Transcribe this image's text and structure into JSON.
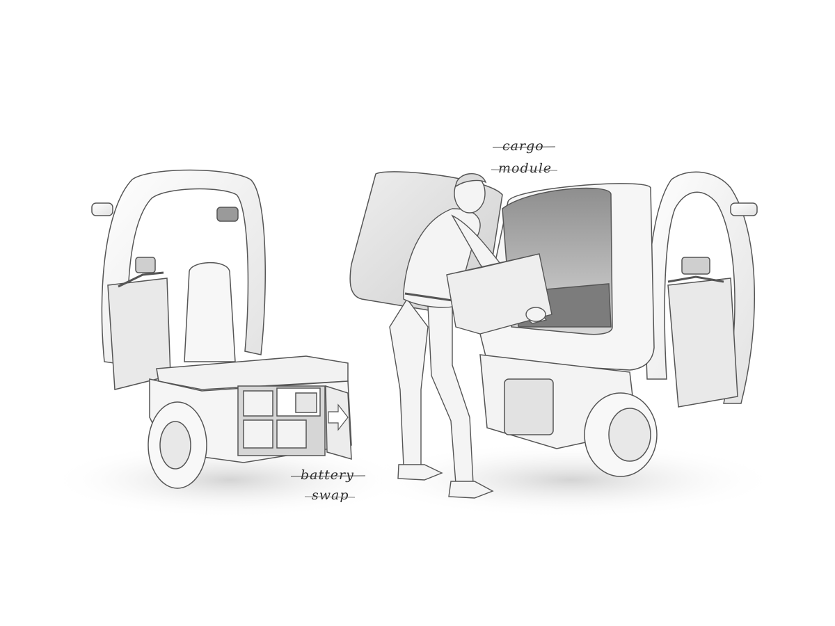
{
  "annotations": {
    "cargo_line1": "cargo",
    "cargo_line2": "module",
    "battery_line1": "battery",
    "battery_line2": "swap"
  },
  "colors": {
    "background": "#ffffff",
    "body_fill": "#f4f4f4",
    "outline": "#555555",
    "shadow": "#dcdcdc",
    "dark_interior": "#bdbdbd"
  }
}
